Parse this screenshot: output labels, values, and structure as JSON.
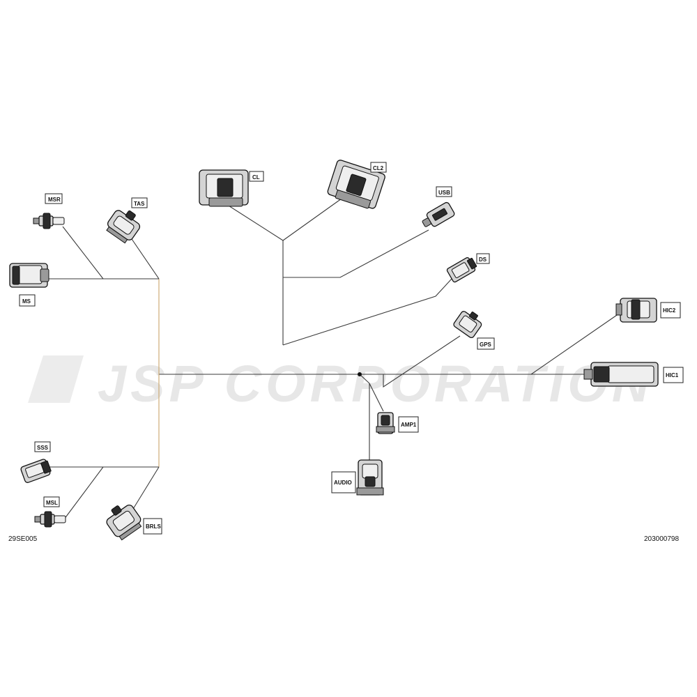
{
  "watermark": {
    "text": "JSP CORPORATION"
  },
  "references": {
    "left": "29SE005",
    "right": "203000798"
  },
  "connectors": {
    "msr": {
      "label": "MSR"
    },
    "tas": {
      "label": "TAS"
    },
    "ms": {
      "label": "MS"
    },
    "cl": {
      "label": "CL"
    },
    "cl2": {
      "label": "CL2"
    },
    "usb": {
      "label": "USB"
    },
    "ds": {
      "label": "DS"
    },
    "hic2": {
      "label": "HIC2"
    },
    "gps": {
      "label": "GPS"
    },
    "hic1": {
      "label": "HIC1"
    },
    "amp1": {
      "label": "AMP1"
    },
    "audio": {
      "label": "AUDIO"
    },
    "sss": {
      "label": "SSS"
    },
    "msl": {
      "label": "MSL"
    },
    "brls": {
      "label": "BRLS"
    }
  },
  "icons": [
    "wiring-harness-diagram",
    "connector-plug-icon",
    "splice-point-icon"
  ]
}
